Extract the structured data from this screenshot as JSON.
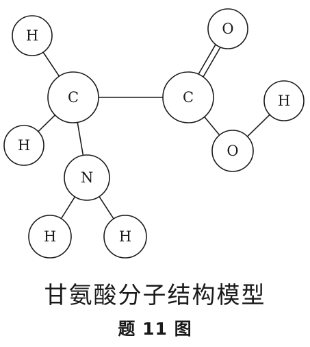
{
  "molecule": {
    "atoms": [
      {
        "id": "h1",
        "symbol": "H"
      },
      {
        "id": "c1",
        "symbol": "C"
      },
      {
        "id": "c2",
        "symbol": "C"
      },
      {
        "id": "o1",
        "symbol": "O"
      },
      {
        "id": "h2",
        "symbol": "H"
      },
      {
        "id": "o2",
        "symbol": "O"
      },
      {
        "id": "h3",
        "symbol": "H"
      },
      {
        "id": "n1",
        "symbol": "N"
      },
      {
        "id": "h4",
        "symbol": "H"
      },
      {
        "id": "h5",
        "symbol": "H"
      }
    ],
    "bonds": [
      {
        "from": "h1",
        "to": "c1",
        "order": 1
      },
      {
        "from": "c1",
        "to": "c2",
        "order": 1
      },
      {
        "from": "c1",
        "to": "h3",
        "order": 1
      },
      {
        "from": "c1",
        "to": "n1",
        "order": 1
      },
      {
        "from": "n1",
        "to": "h4",
        "order": 1
      },
      {
        "from": "n1",
        "to": "h5",
        "order": 1
      },
      {
        "from": "c2",
        "to": "o1",
        "order": 2
      },
      {
        "from": "c2",
        "to": "o2",
        "order": 1
      },
      {
        "from": "o2",
        "to": "h2",
        "order": 1
      }
    ]
  },
  "caption": {
    "title": "甘氨酸分子结构模型",
    "figure_label": "题 11 图"
  }
}
